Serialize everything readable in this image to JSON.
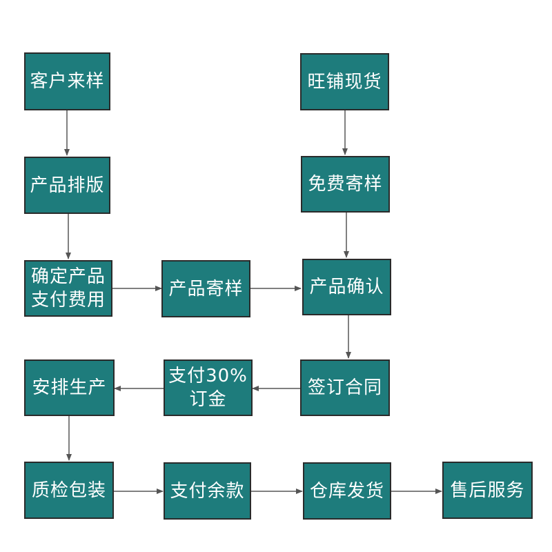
{
  "diagram": {
    "box_color": "#1e7c7c",
    "line_color": "#555555",
    "nodes": {
      "customer_sample": "客户来样",
      "layout": "产品排版",
      "confirm_pay": "确定产品\n支付费用",
      "mail_sample": "产品寄样",
      "store_stock": "旺铺现货",
      "free_sample": "免费寄样",
      "confirm": "产品确认",
      "contract": "签订合同",
      "deposit": "支付30%\n订金",
      "production": "安排生产",
      "qc_pack": "质检包装",
      "balance": "支付余款",
      "shipping": "仓库发货",
      "after_sales": "售后服务"
    }
  }
}
